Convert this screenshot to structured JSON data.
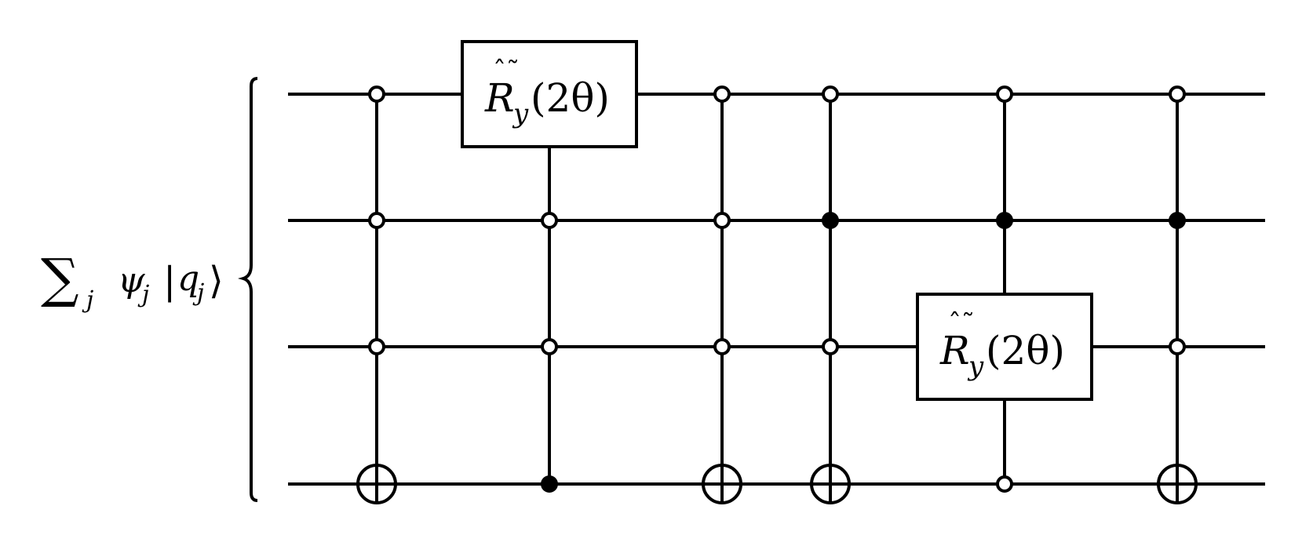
{
  "input_state": {
    "sum_symbol": "∑",
    "sum_index": "j",
    "psi": "ψ",
    "psi_index": "j",
    "ket_open": "|",
    "q": "q",
    "q_index": "j",
    "ket_close": "⟩"
  },
  "qubits": [
    0,
    1,
    2,
    3
  ],
  "columns": [
    {
      "kind": "cnot",
      "controls": [
        {
          "qubit": 0,
          "state": "open"
        },
        {
          "qubit": 1,
          "state": "open"
        },
        {
          "qubit": 2,
          "state": "open"
        }
      ],
      "target": 3
    },
    {
      "kind": "gate",
      "gate_qubit": 0,
      "controls": [
        {
          "qubit": 1,
          "state": "open"
        },
        {
          "qubit": 2,
          "state": "open"
        },
        {
          "qubit": 3,
          "state": "filled"
        }
      ],
      "label": {
        "base": "R",
        "sub": "y",
        "arg": "(2θ)",
        "accents": "ˆ˜"
      }
    },
    {
      "kind": "cnot",
      "controls": [
        {
          "qubit": 0,
          "state": "open"
        },
        {
          "qubit": 1,
          "state": "open"
        },
        {
          "qubit": 2,
          "state": "open"
        }
      ],
      "target": 3
    },
    {
      "kind": "cnot",
      "controls": [
        {
          "qubit": 0,
          "state": "open"
        },
        {
          "qubit": 1,
          "state": "filled"
        },
        {
          "qubit": 2,
          "state": "open"
        }
      ],
      "target": 3
    },
    {
      "kind": "gate",
      "gate_qubit": 2,
      "controls": [
        {
          "qubit": 0,
          "state": "open"
        },
        {
          "qubit": 1,
          "state": "filled"
        },
        {
          "qubit": 3,
          "state": "open"
        }
      ],
      "label": {
        "base": "R",
        "sub": "y",
        "arg": "(2θ)",
        "accents": "ˆ˜"
      }
    },
    {
      "kind": "cnot",
      "controls": [
        {
          "qubit": 0,
          "state": "open"
        },
        {
          "qubit": 1,
          "state": "filled"
        },
        {
          "qubit": 2,
          "state": "open"
        }
      ],
      "target": 3
    }
  ],
  "colors": {
    "stroke": "#000000",
    "background": "#ffffff"
  }
}
